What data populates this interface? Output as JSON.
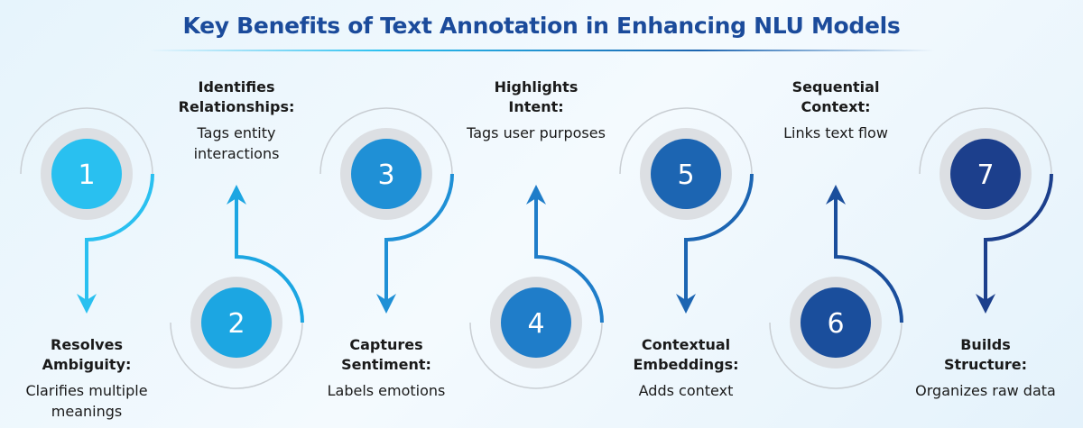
{
  "title": "Key Benefits of Text Annotation in Enhancing NLU Models",
  "steps": [
    {
      "number": "1",
      "heading": "Resolves Ambiguity:",
      "description": "Clarifies multiple meanings",
      "color": "#29c0f0",
      "position": "top"
    },
    {
      "number": "2",
      "heading": "Identifies Relationships:",
      "description": "Tags entity interactions",
      "color": "#1ca6e2",
      "position": "bottom"
    },
    {
      "number": "3",
      "heading": "Captures Sentiment:",
      "description": "Labels emotions",
      "color": "#1f90d6",
      "position": "top"
    },
    {
      "number": "4",
      "heading": "Highlights Intent:",
      "description": "Tags user purposes",
      "color": "#1f7dc9",
      "position": "bottom"
    },
    {
      "number": "5",
      "heading": "Contextual Embeddings:",
      "description": "Adds context",
      "color": "#1c65b2",
      "position": "top"
    },
    {
      "number": "6",
      "heading": "Sequential Context:",
      "description": "Links text flow",
      "color": "#1a4e9c",
      "position": "bottom"
    },
    {
      "number": "7",
      "heading": "Builds Structure:",
      "description": "Organizes raw data",
      "color": "#1c3f8c",
      "position": "top"
    }
  ]
}
